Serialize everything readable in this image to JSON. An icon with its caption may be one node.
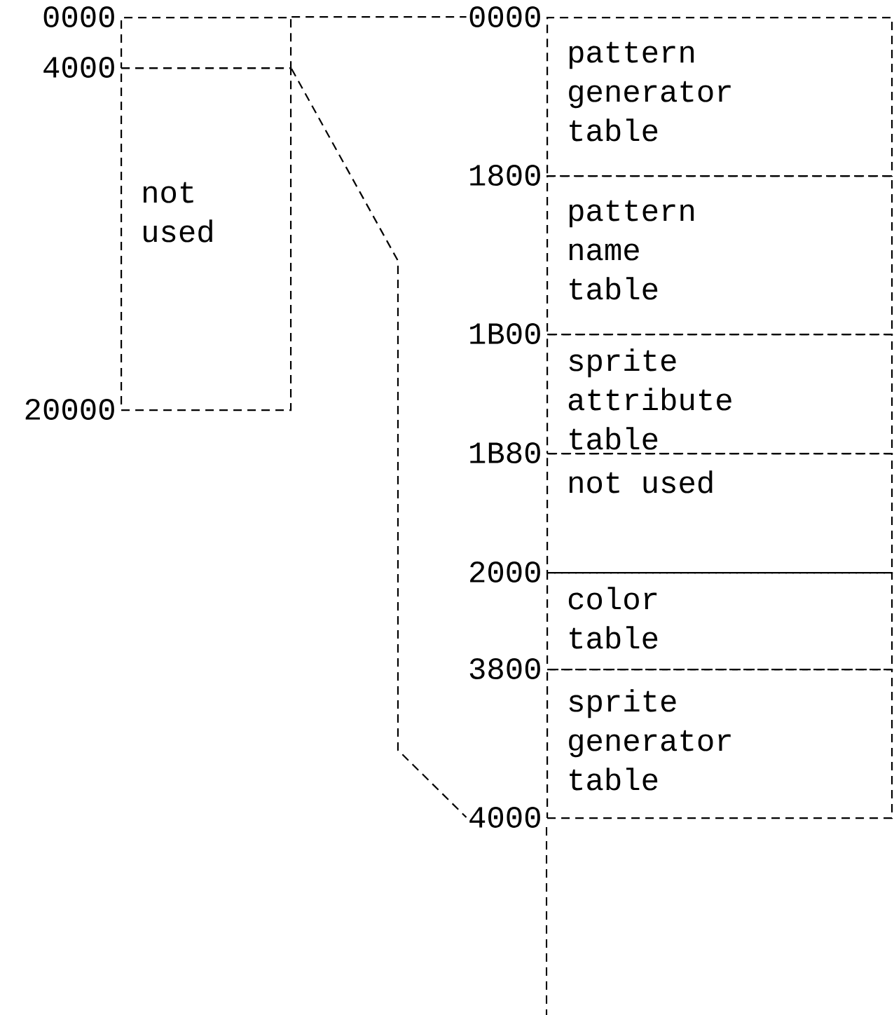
{
  "diagram": {
    "nodes": [
      {
        "text": [],
        "shape": "box"
      },
      {
        "text": [
          "not used"
        ]
      },
      {
        "text": [
          "0000"
        ]
      },
      {
        "text": [
          "pattern generator table"
        ]
      },
      {
        "text": [
          "pattern name table"
        ]
      },
      {
        "text": [
          "sprite attribute table"
        ]
      },
      {
        "text": [
          "not used"
        ]
      },
      {
        "text": [
          "color table"
        ]
      },
      {
        "text": [
          "sprite generator table"
        ]
      },
      {
        "text": [
          "4000"
        ]
      }
    ],
    "edges": [
      {
        "from": 0,
        "to": 2,
        "arrow": "none"
      },
      {
        "from": 0,
        "to": 9,
        "arrow": "none"
      }
    ],
    "labels": [
      "0000",
      "4000",
      "1800",
      "20000",
      "1B00",
      "1B80",
      "2000",
      "3800"
    ]
  }
}
